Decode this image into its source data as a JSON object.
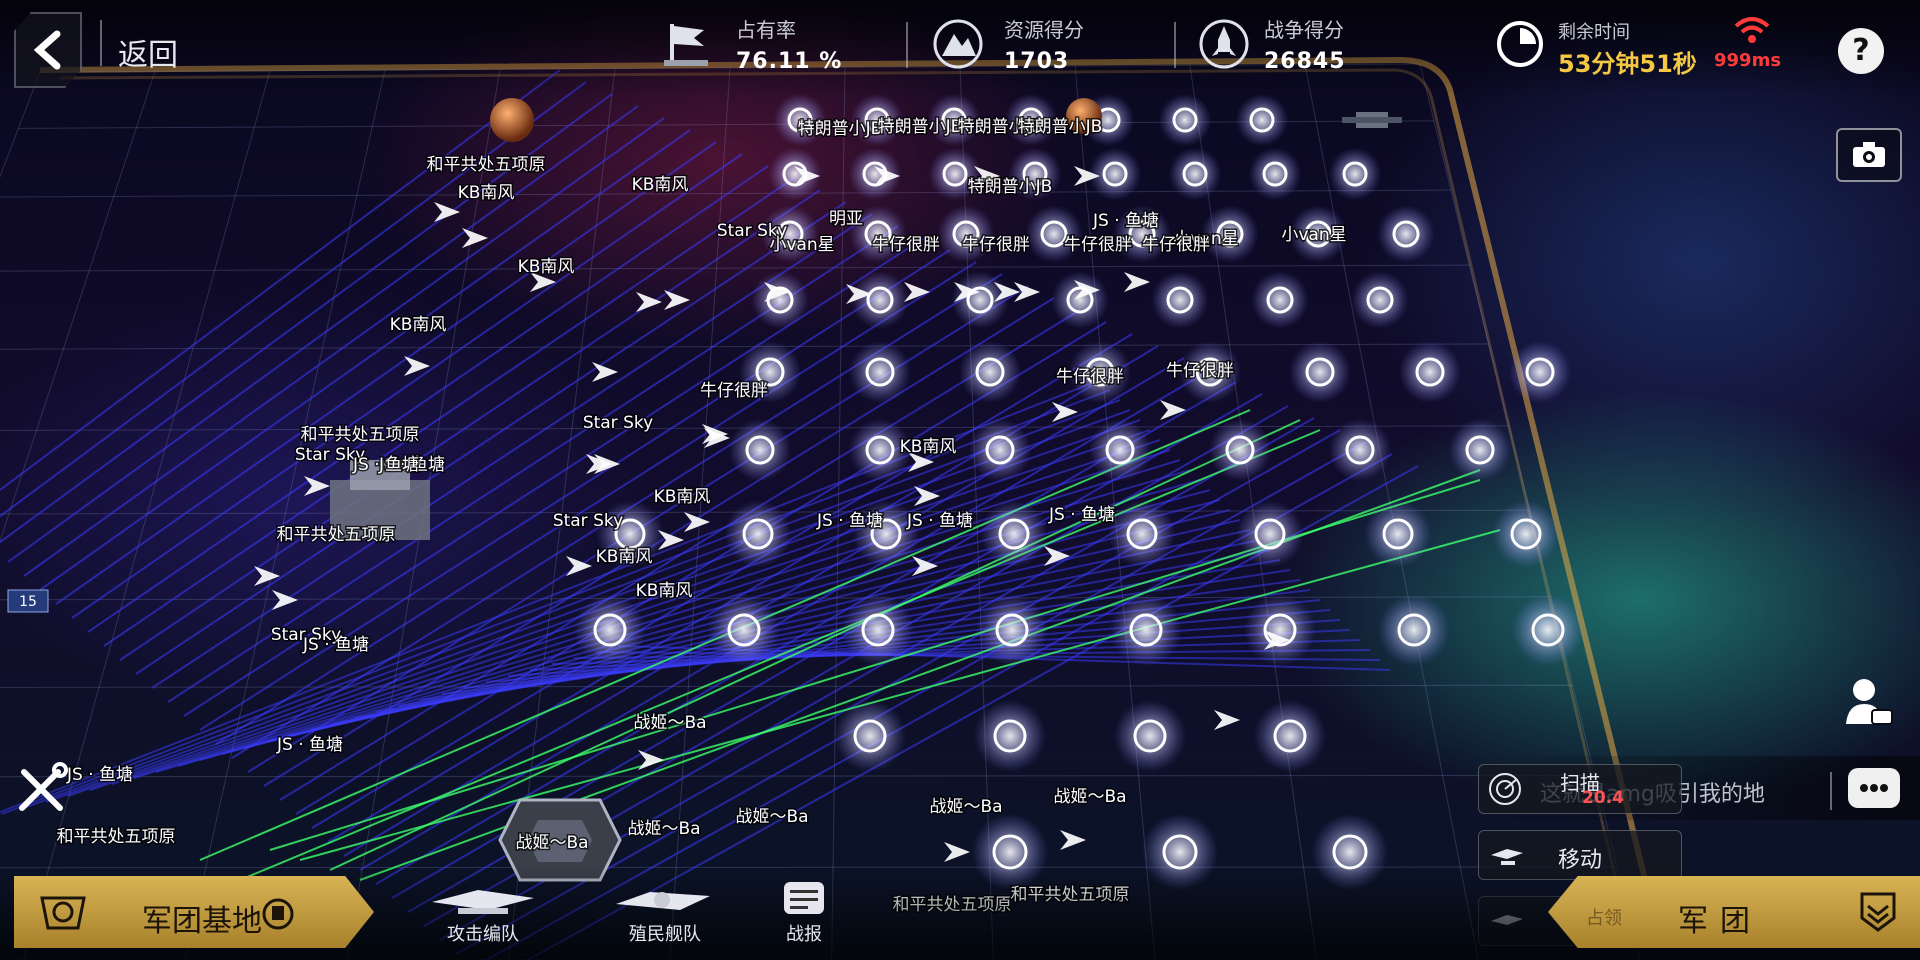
{
  "header": {
    "back_label": "返回",
    "occupancy": {
      "label": "占有率",
      "value": "76.11 %"
    },
    "resource_score": {
      "label": "资源得分",
      "value": "1703"
    },
    "war_score": {
      "label": "战争得分",
      "value": "26845"
    },
    "timer": {
      "label": "剩余时间",
      "value": "53分钟51秒"
    },
    "ping": "999ms"
  },
  "map": {
    "player_labels": [
      {
        "text": "特朗普小JB"
      },
      {
        "text": "特朗普小JB"
      },
      {
        "text": "特朗普小JB"
      },
      {
        "text": "特朗普小JB"
      },
      {
        "text": "特朗普小JB"
      },
      {
        "text": "和平共处五项原"
      },
      {
        "text": "KB南风"
      },
      {
        "text": "KB南风"
      },
      {
        "text": "KB南风"
      },
      {
        "text": "KB南风"
      },
      {
        "text": "明亚"
      },
      {
        "text": "Star Sky"
      },
      {
        "text": "JS · 鱼塘"
      },
      {
        "text": "小van星"
      },
      {
        "text": "小van星"
      },
      {
        "text": "小van星"
      },
      {
        "text": "牛仔很胖"
      },
      {
        "text": "牛仔很胖"
      },
      {
        "text": "牛仔很胖"
      },
      {
        "text": "牛仔很胖"
      },
      {
        "text": "牛仔很胖"
      },
      {
        "text": "牛仔很胖"
      },
      {
        "text": "KB南风"
      },
      {
        "text": "Star Sky"
      },
      {
        "text": "牛仔很胖"
      },
      {
        "text": "Star Sky"
      },
      {
        "text": "和平共处五项原"
      },
      {
        "text": "JS · 鱼塘"
      },
      {
        "text": "KB南风"
      },
      {
        "text": "Star Sky"
      },
      {
        "text": "JS · 鱼塘"
      },
      {
        "text": "JS · 鱼塘"
      },
      {
        "text": "JS · 鱼塘"
      },
      {
        "text": "和平共处五项原"
      },
      {
        "text": "JS · 鱼塘"
      },
      {
        "text": "KB南风"
      },
      {
        "text": "KB南风"
      },
      {
        "text": "Star Sky"
      },
      {
        "text": "JS · 鱼塘"
      },
      {
        "text": "JS · 鱼塘"
      },
      {
        "text": "战姬～Ba"
      },
      {
        "text": "JS · 鱼塘"
      },
      {
        "text": "和平共处五项原"
      },
      {
        "text": "战姬～Ba"
      },
      {
        "text": "战姬～Ba"
      },
      {
        "text": "战姬～Ba"
      },
      {
        "text": "战姬～Ba"
      },
      {
        "text": "战姬～Ba"
      },
      {
        "text": "和平共处五项原"
      },
      {
        "text": "和平共处五项原"
      }
    ],
    "left_marker": "15"
  },
  "side": {
    "chat_text": "这就是amg吸引我的地",
    "scan": {
      "label": "扫描",
      "time": "20.4"
    },
    "move_label": "移动",
    "occupy_label": "占领"
  },
  "bottom": {
    "base_label": "军团基地",
    "legion_label": "军团",
    "tabs": [
      {
        "label": "攻击编队"
      },
      {
        "label": "殖民舰队"
      },
      {
        "label": "战报"
      }
    ]
  },
  "colors": {
    "accent_gold": "#d8b454",
    "timer_yellow": "#f4c842",
    "alert_red": "#ff3a3a",
    "line_blue": "#3b3bff",
    "line_green": "#3cff6a"
  }
}
